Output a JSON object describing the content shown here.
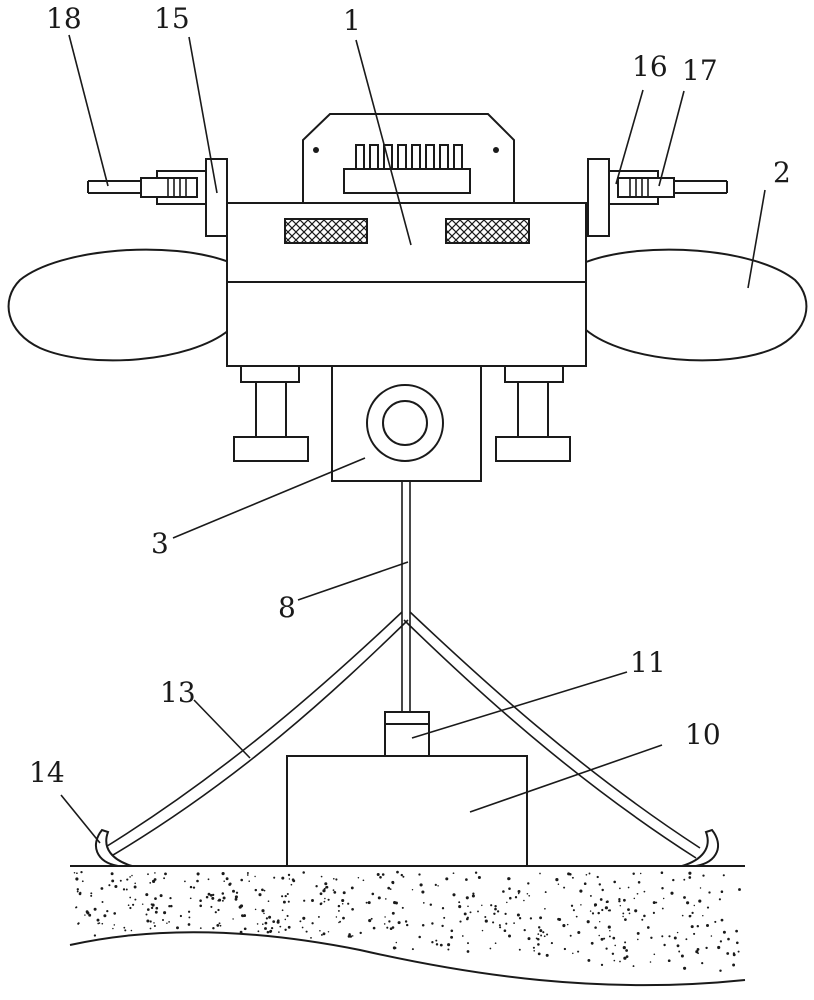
{
  "figure": {
    "labels": [
      {
        "id": "1",
        "text": "1"
      },
      {
        "id": "2",
        "text": "2"
      },
      {
        "id": "3",
        "text": "3"
      },
      {
        "id": "8",
        "text": "8"
      },
      {
        "id": "10",
        "text": "10"
      },
      {
        "id": "11",
        "text": "11"
      },
      {
        "id": "13",
        "text": "13"
      },
      {
        "id": "14",
        "text": "14"
      },
      {
        "id": "15",
        "text": "15"
      },
      {
        "id": "16",
        "text": "16"
      },
      {
        "id": "17",
        "text": "17"
      },
      {
        "id": "18",
        "text": "18"
      }
    ]
  }
}
